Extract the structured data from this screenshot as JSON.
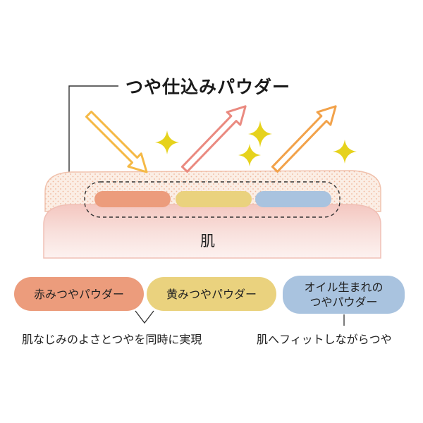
{
  "title": "つや仕込みパウダー",
  "skin_label": "肌",
  "powders": {
    "red": {
      "label": "赤みつやパウダー",
      "color": "#ec9c7c"
    },
    "yellow": {
      "label": "黄みつやパウダー",
      "color": "#ead27e"
    },
    "blue": {
      "line1": "オイル生まれの",
      "line2": "つやパウダー",
      "color": "#a9c3df"
    }
  },
  "captions": {
    "left": "肌なじみのよさとつやを同時に実現",
    "right": "肌へフィットしながらつや"
  },
  "icons": {
    "incoming_light": "arrow-down-right-icon",
    "reflected_light": "arrow-up-right-icon",
    "sparkle": "sparkle-icon"
  },
  "colors": {
    "incoming_arrow": "#f5b946",
    "reflected_arrow_pink": "#ea8a80",
    "reflected_arrow_orange": "#f2a24a",
    "sparkle": "#e6d21c",
    "skin_base": "#f6ddd7",
    "powder_layer": "#fbeee5"
  }
}
